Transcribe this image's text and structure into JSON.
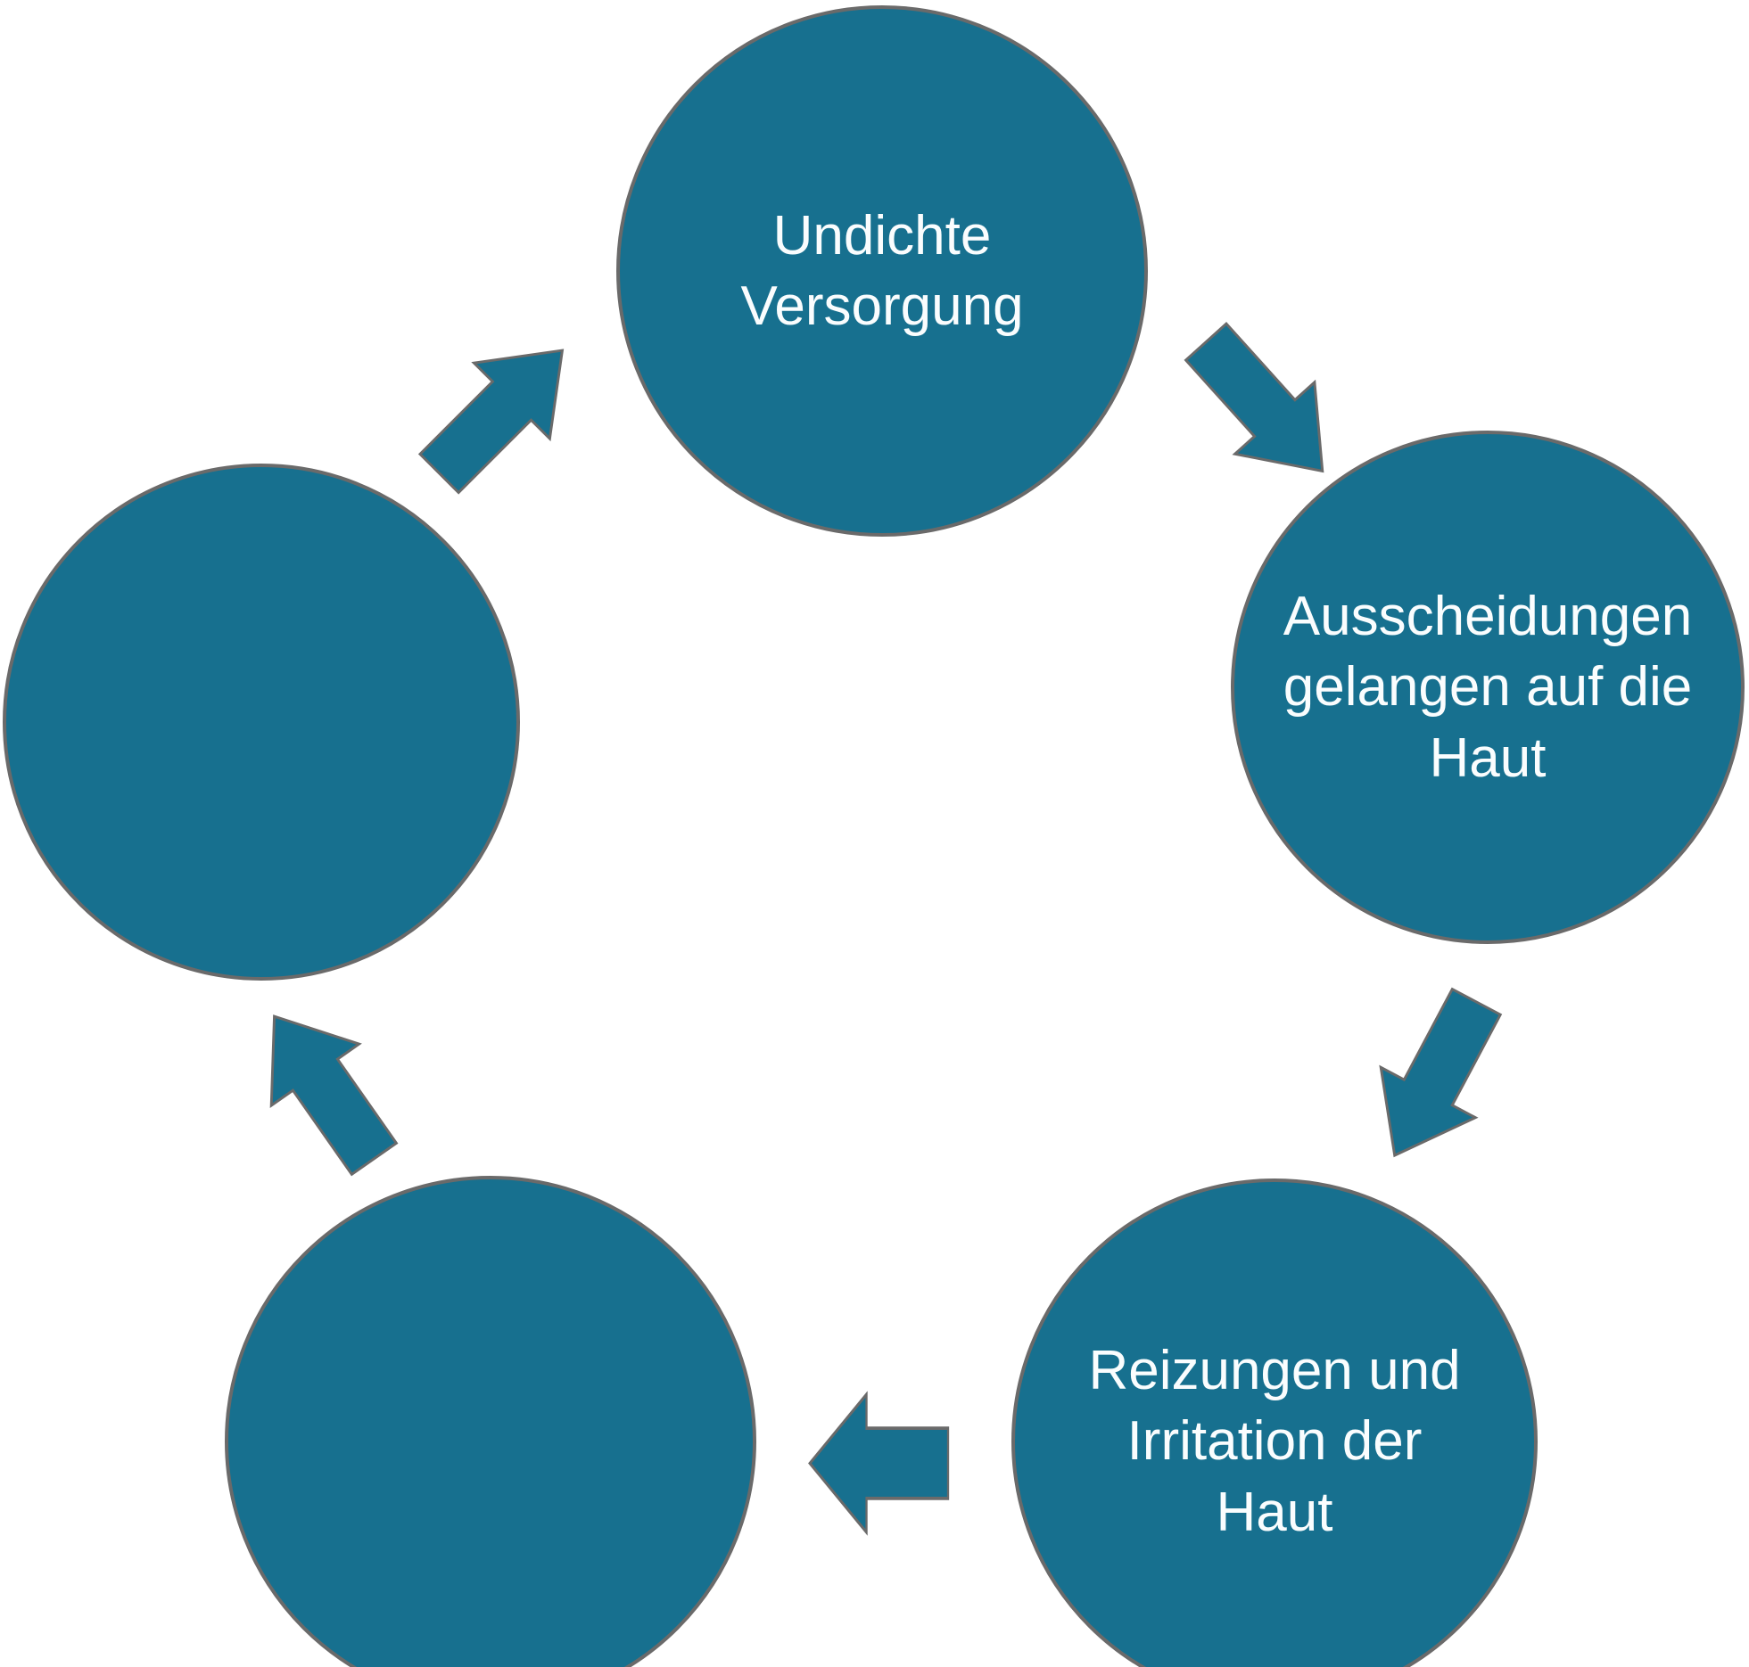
{
  "colors": {
    "node_fill": "#17708f",
    "node_edge": "#6a6a6a",
    "label_text": "#fafdfe",
    "background": "#ffffff"
  },
  "cycle": {
    "nodes": [
      {
        "id": "top",
        "label": "Undichte\nVersorgung"
      },
      {
        "id": "right",
        "label": "Ausscheidungen\ngelangen auf die\nHaut"
      },
      {
        "id": "bottom-right",
        "label": "Reizungen und\nIrritation der\nHaut"
      },
      {
        "id": "bottom-left",
        "label": ""
      },
      {
        "id": "left",
        "label": ""
      }
    ]
  }
}
